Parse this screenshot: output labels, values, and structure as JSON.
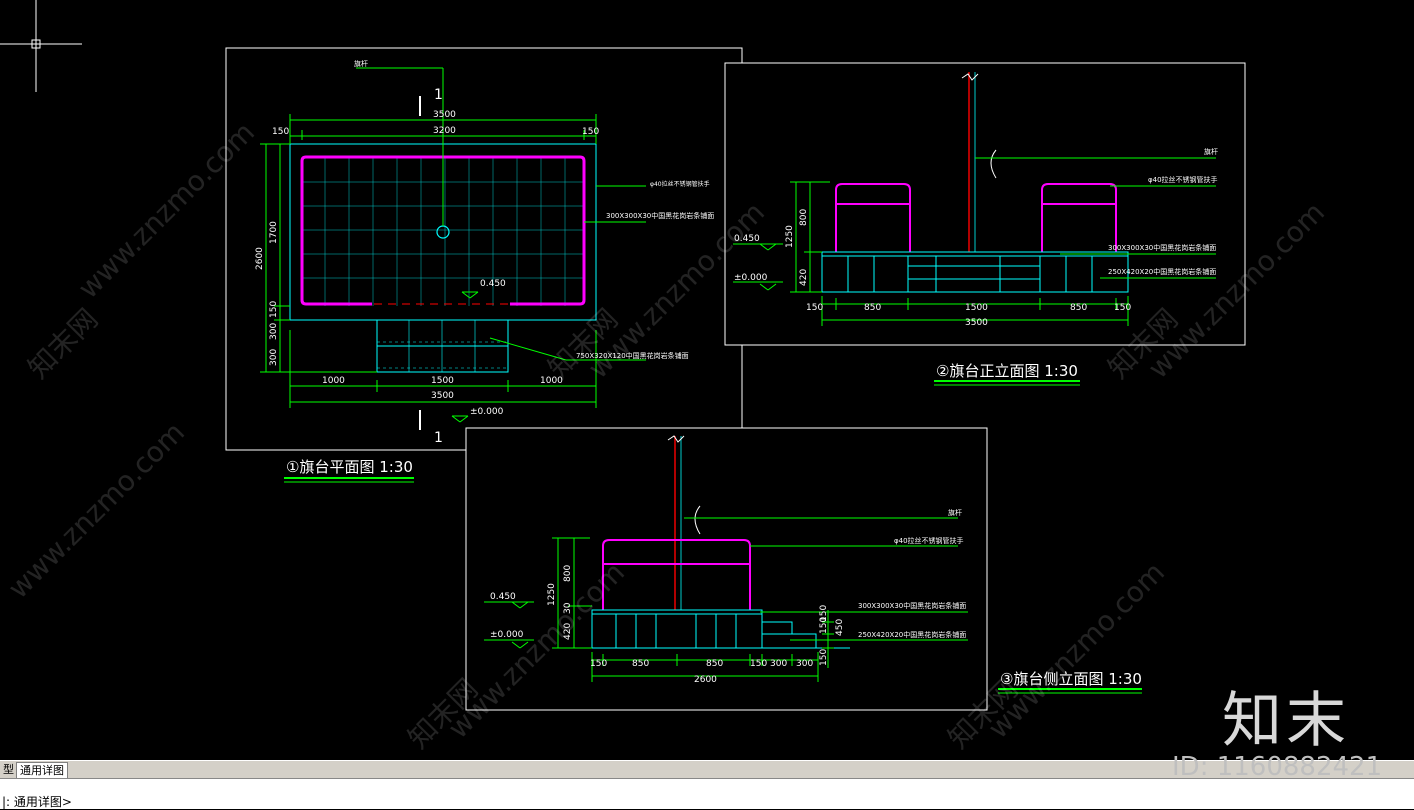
{
  "plan": {
    "title": "①旗台平面图 1:30",
    "section_mark": "1",
    "label_pole": "旗杆",
    "label_handrail": "φ40拉丝不锈钢管扶手",
    "label_tile": "300X300X30中国黑花岗岩条铺面",
    "label_step": "750X320X120中国黑花岗岩条铺面",
    "level_top": "0.450",
    "level_ground": "±0.000",
    "dim_3500": "3500",
    "dim_3200": "3200",
    "dim_150": "150",
    "dim_2600": "2600",
    "dim_1700": "1700",
    "dim_300": "300",
    "dim_1000": "1000",
    "dim_1500": "1500"
  },
  "front": {
    "title": "②旗台正立面图 1:30",
    "label_pole": "旗杆",
    "label_handrail": "φ40拉丝不锈钢管扶手",
    "label_tile": "300X300X30中国黑花岗岩条铺面",
    "label_step": "250X420X20中国黑花岗岩条铺面",
    "level_top": "0.450",
    "level_ground": "±0.000",
    "dim_800": "800",
    "dim_1250": "1250",
    "dim_420": "420",
    "dim_150": "150",
    "dim_850": "850",
    "dim_1500": "1500",
    "dim_3500": "3500"
  },
  "side": {
    "title": "③旗台侧立面图 1:30",
    "label_pole": "旗杆",
    "label_handrail": "φ40拉丝不锈钢管扶手",
    "label_tile": "300X300X30中国黑花岗岩条铺面",
    "label_step": "250X420X20中国黑花岗岩条铺面",
    "level_top": "0.450",
    "level_ground": "±0.000",
    "dim_1250": "1250",
    "dim_800": "800",
    "dim_30": "30",
    "dim_420": "420",
    "dim_150": "150",
    "dim_850": "850",
    "dim_300": "300",
    "dim_2600": "2600",
    "dim_450": "450"
  },
  "watermarks": {
    "site": "www.znzmo.com",
    "cn": "知末网",
    "logo": "知末",
    "id": "ID: 1160882421"
  },
  "ui": {
    "tab_model": "型",
    "tab_layout": "通用详图",
    "command": "|: 通用详图>"
  },
  "colors": {
    "background": "#000000",
    "frame": "#ffffff",
    "dimension": "#00ff00",
    "pavement": "#00ffff",
    "handrail": "#ff00ff",
    "pole": "#ff0000"
  }
}
